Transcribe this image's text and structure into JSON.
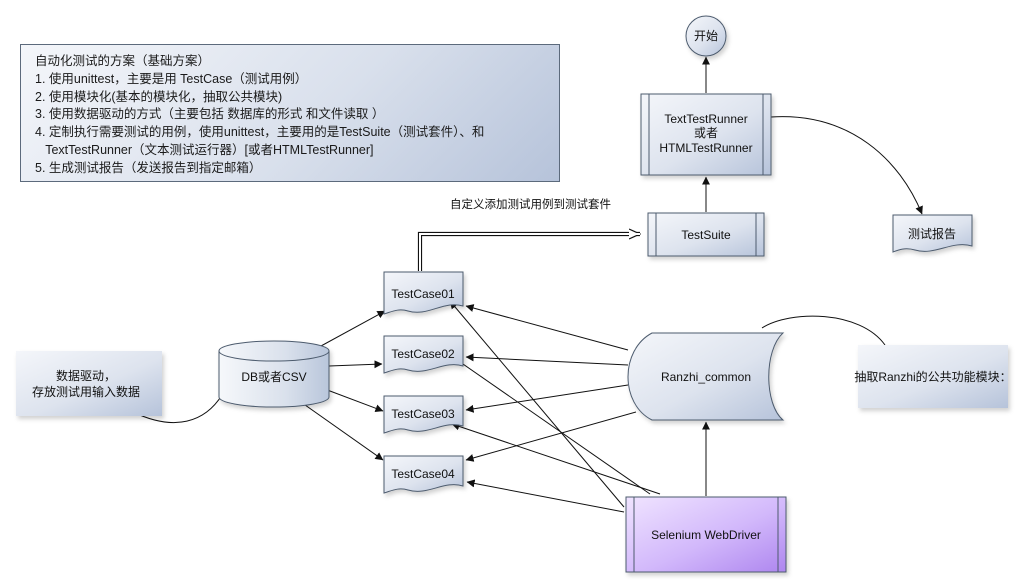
{
  "note": {
    "title": "自动化测试的方案（基础方案）",
    "lines": [
      "1. 使用unittest，主要是用 TestCase（测试用例）",
      "2. 使用模块化(基本的模块化，抽取公共模块)",
      "3. 使用数据驱动的方式（主要包括 数据库的形式 和文件读取 ）",
      "4. 定制执行需要测试的用例，使用unittest，主要用的是TestSuite（测试套件）、和",
      "   TextTestRunner（文本测试运行器）[或者HTMLTestRunner]",
      "5. 生成测试报告（发送报告到指定邮箱）"
    ]
  },
  "nodes": {
    "start": "开始",
    "runner": [
      "TextTestRunner",
      "或者",
      "HTMLTestRunner"
    ],
    "suite": "TestSuite",
    "report": "测试报告",
    "custom_label": "自定义添加测试用例到测试套件",
    "db": "DB或者CSV",
    "data_driven": [
      "数据驱动，",
      "存放测试用输入数据"
    ],
    "cases": [
      "TestCase01",
      "TestCase02",
      "TestCase03",
      "TestCase04"
    ],
    "common": "Ranzhi_common",
    "common_note": "抽取Ranzhi的公共功能模块：",
    "webdriver": "Selenium WebDriver"
  },
  "colors": {
    "box_light": "#f2f4f8",
    "box_dark": "#b8c5dc",
    "border": "#4d5b6e",
    "webdriver_light": "#ecdcff",
    "webdriver_dark": "#b48ff0"
  }
}
